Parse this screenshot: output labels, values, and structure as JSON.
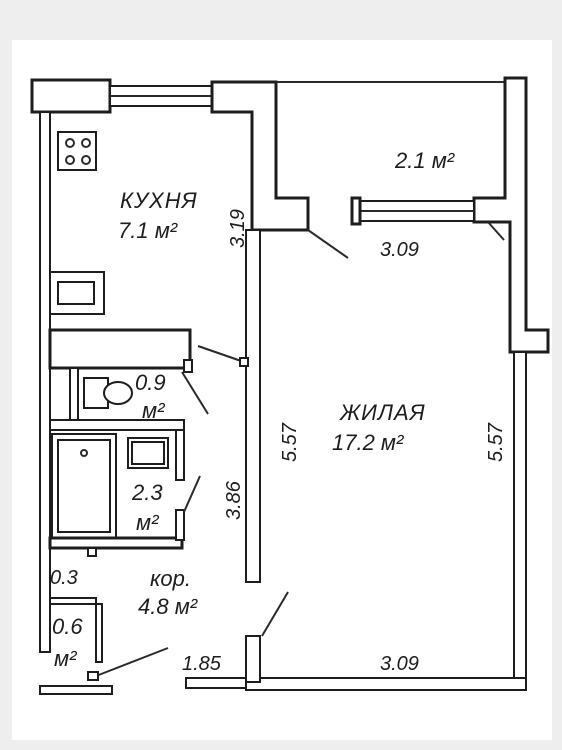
{
  "rooms": {
    "kitchen": {
      "name": "КУХНЯ",
      "area": "7.1 м²"
    },
    "closet_top": {
      "area": "2.1 м²"
    },
    "living": {
      "name": "ЖИЛАЯ",
      "area": "17.2 м²"
    },
    "wc": {
      "area_value": "0.9",
      "area_unit": "м²"
    },
    "bath": {
      "area_value": "2.3",
      "area_unit": "м²"
    },
    "corridor": {
      "name": "кор.",
      "area": "4.8 м²"
    },
    "niche": {
      "area_value": "0.6",
      "area_unit": "м²"
    }
  },
  "dimensions": {
    "kitchen_height": "3.19",
    "top_width": "3.09",
    "living_left_height": "5.57",
    "living_right_height": "5.57",
    "bath_height": "3.86",
    "corridor_small": "0.3",
    "bottom_left": "1.85",
    "bottom_right": "3.09"
  },
  "colors": {
    "wall": "#1d1d1f",
    "paper": "#ffffff",
    "background": "#eeeeef"
  }
}
